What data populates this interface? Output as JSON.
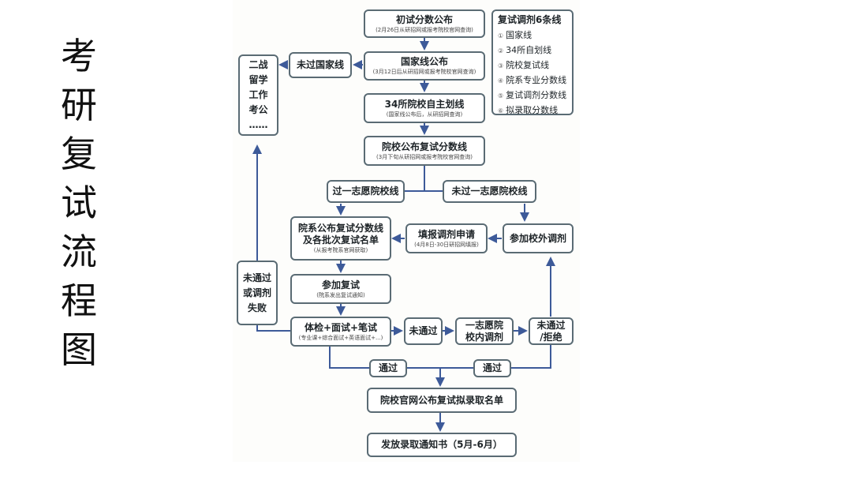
{
  "title": "考研复试流程图",
  "nodes": {
    "initial_scores": {
      "label": "初试分数公布",
      "sub": "(2月26日从研招网或报考院校官网查询)"
    },
    "national_line": {
      "label": "国家线公布",
      "sub": "(3月12日后从研招网或报考院校官网查询)"
    },
    "self_line_34": {
      "label": "34所院校自主划线",
      "sub": "(国家线公布后，从研招网查询)"
    },
    "school_retest_line": {
      "label": "院校公布复试分数线",
      "sub": "(3月下旬从研招网或报考院校官网查询)"
    },
    "not_pass_national": {
      "label": "未过国家线"
    },
    "alternatives": {
      "lines": [
        "二战",
        "留学",
        "工作",
        "考公",
        "……"
      ]
    },
    "pass_first_choice": {
      "label": "过一志愿院校线"
    },
    "not_pass_first_choice": {
      "label": "未过一志愿院校线"
    },
    "dept_publish": {
      "label1": "院系公布复试分数线",
      "label2": "及各批次复试名单",
      "sub": "(从报考院系官网获取)"
    },
    "fill_adjust": {
      "label": "填报调剂申请",
      "sub": "(4月8日-30日研招网填报)"
    },
    "external_adjust": {
      "label": "参加校外调剂"
    },
    "failed_adjust": {
      "lines": [
        "未通过",
        "或调剂",
        "失败"
      ]
    },
    "attend_retest": {
      "label": "参加复试",
      "sub": "(院系发出复试通知)"
    },
    "exam": {
      "label": "体检+面试+笔试",
      "sub": "(专业课+综合面试+英语面试+...)"
    },
    "not_pass": {
      "label": "未通过"
    },
    "internal_adjust": {
      "lines": [
        "一志愿院",
        "校内调剂"
      ]
    },
    "not_pass_reject": {
      "lines": [
        "未通过",
        "/拒绝"
      ]
    },
    "pass_left": {
      "label": "通过"
    },
    "pass_right": {
      "label": "通过"
    },
    "admission_list": {
      "label": "院校官网公布复试拟录取名单"
    },
    "notice": {
      "label": "发放录取通知书（5月-6月）"
    }
  },
  "six_lines": {
    "heading": "复试调剂6条线",
    "items": [
      {
        "n": "①",
        "text": "国家线"
      },
      {
        "n": "②",
        "text": "34所自划线"
      },
      {
        "n": "③",
        "text": "院校复试线"
      },
      {
        "n": "④",
        "text": "院系专业分数线"
      },
      {
        "n": "⑤",
        "text": "复试调剂分数线"
      },
      {
        "n": "⑥",
        "text": "拟录取分数线"
      }
    ]
  }
}
